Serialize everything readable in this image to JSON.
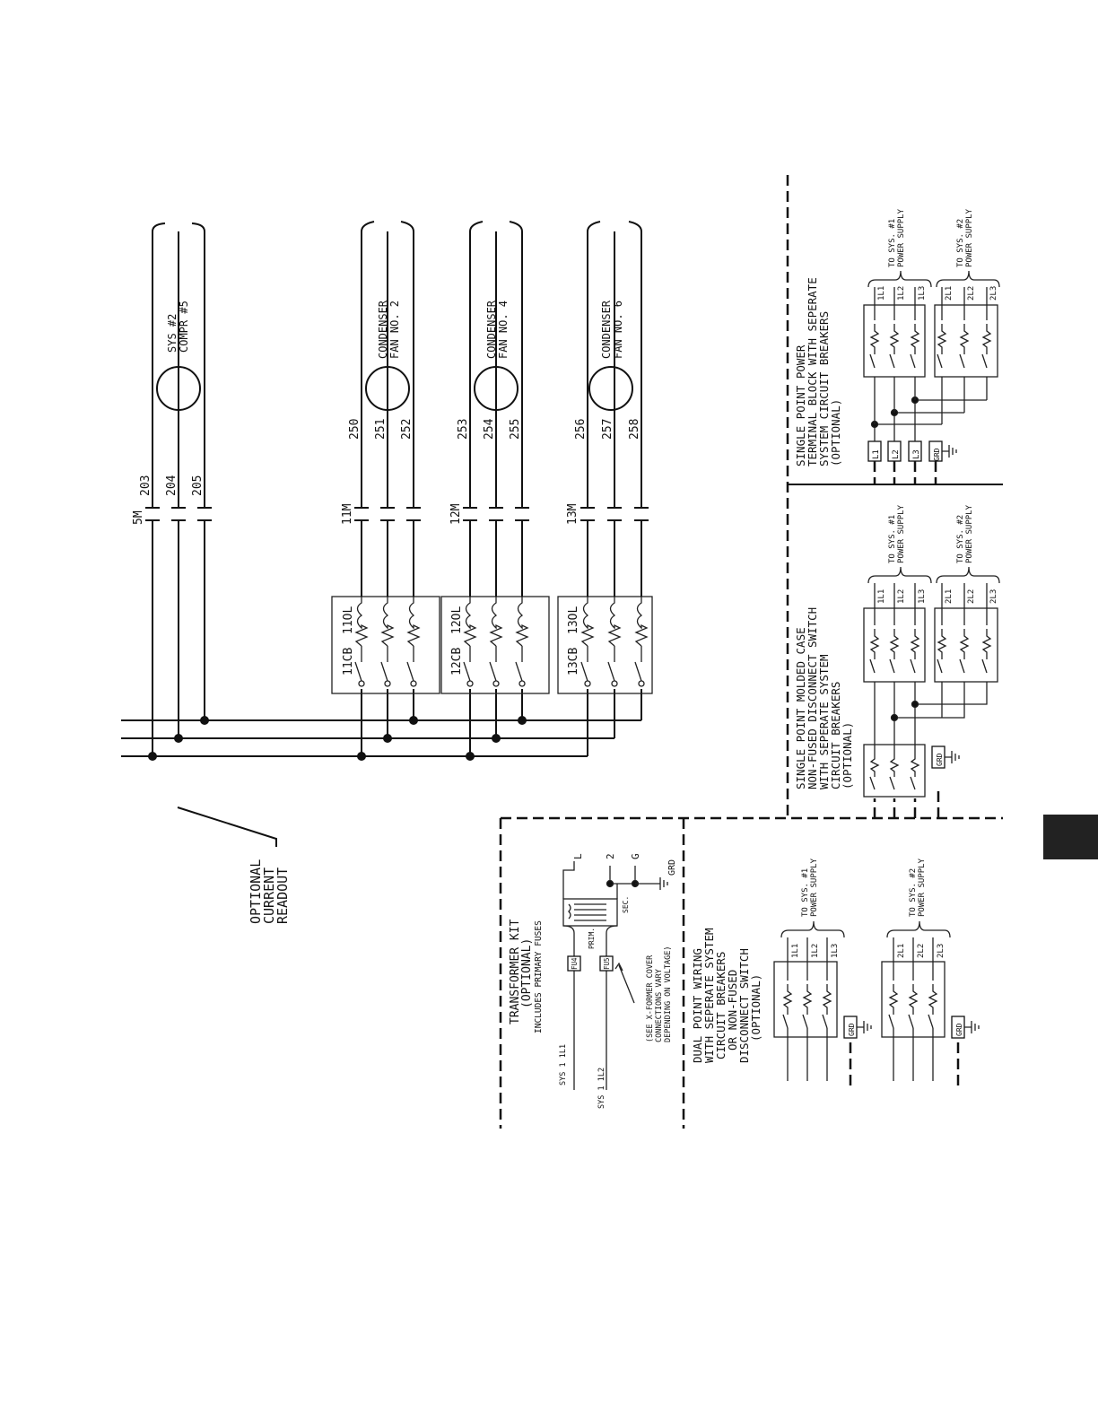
{
  "wires": {
    "sys2_compr5": [
      "203",
      "204",
      "205"
    ],
    "fan2": [
      "250",
      "251",
      "252"
    ],
    "fan4": [
      "253",
      "254",
      "255"
    ],
    "fan6": [
      "256",
      "257",
      "258"
    ]
  },
  "contactors": {
    "c5m": "5M",
    "c11m": "11M",
    "c12m": "12M",
    "c13m": "13M"
  },
  "breakers": {
    "b11cb": "11CB",
    "b11ol": "11OL",
    "b12cb": "12CB",
    "b12ol": "12OL",
    "b13cb": "13CB",
    "b13ol": "13OL"
  },
  "motors": {
    "compr": [
      "SYS #2",
      "COMPR #5"
    ],
    "fan2": [
      "CONDENSER",
      "FAN NO. 2"
    ],
    "fan4": [
      "CONDENSER",
      "FAN NO. 4"
    ],
    "fan6": [
      "CONDENSER",
      "FAN NO. 6"
    ]
  },
  "readout_label": [
    "OPTIONAL",
    "CURRENT",
    "READOUT"
  ],
  "panels": {
    "single_point_terminal": {
      "title": [
        "SINGLE POINT POWER",
        "TERMINAL BLOCK WITH SEPERATE",
        "SYSTEM CIRCUIT BREAKERS",
        "(OPTIONAL)"
      ],
      "terminals": [
        "L1",
        "L2",
        "L3",
        "GRD"
      ],
      "sys1_lines": [
        "1L1",
        "1L2",
        "1L3"
      ],
      "sys2_lines": [
        "2L1",
        "2L2",
        "2L3"
      ],
      "sys1_label": [
        "TO SYS. #1",
        "POWER SUPPLY"
      ],
      "sys2_label": [
        "TO SYS. #2",
        "POWER SUPPLY"
      ]
    },
    "single_point_molded": {
      "title": [
        "SINGLE POINT MOLDED CASE",
        "NON-FUSED DISCONNECT SWITCH",
        "WITH SEPERATE SYSTEM",
        "CIRCUIT BREAKERS",
        "(OPTIONAL)"
      ],
      "grd": "GRD",
      "sys1_lines": [
        "1L1",
        "1L2",
        "1L3"
      ],
      "sys2_lines": [
        "2L1",
        "2L2",
        "2L3"
      ],
      "sys1_label": [
        "TO SYS. #1",
        "POWER SUPPLY"
      ],
      "sys2_label": [
        "TO SYS. #2",
        "POWER SUPPLY"
      ]
    },
    "transformer_kit": {
      "title": [
        "TRANSFORMER KIT",
        "(OPTIONAL)",
        "INCLUDES PRIMARY FUSES"
      ],
      "in1": "SYS 1 1L1",
      "in2": "SYS 1 1L2",
      "fuse": "FU4",
      "fuse2": "FU5",
      "prim": "PRIM.",
      "sec": "SEC.",
      "out": [
        "L",
        "2",
        "G"
      ],
      "grd": "GRD",
      "note": [
        "(SEE X-FORMER COVER",
        "CONNECTIONS VARY",
        "DEPENDING ON VOLTAGE)"
      ]
    },
    "dual_point": {
      "title": [
        "DUAL POINT WIRING",
        "WITH SEPERATE SYSTEM",
        "CIRCUIT BREAKERS",
        "OR NON-FUSED",
        "DISCONNECT SWITCH",
        "(OPTIONAL)"
      ],
      "sys1_lines": [
        "1L1",
        "1L2",
        "1L3"
      ],
      "sys2_lines": [
        "2L1",
        "2L2",
        "2L3"
      ],
      "grd": "GRD",
      "sys1_label": [
        "TO SYS. #1",
        "POWER SUPPLY"
      ],
      "sys2_label": [
        "TO SYS. #2",
        "POWER SUPPLY"
      ]
    }
  }
}
